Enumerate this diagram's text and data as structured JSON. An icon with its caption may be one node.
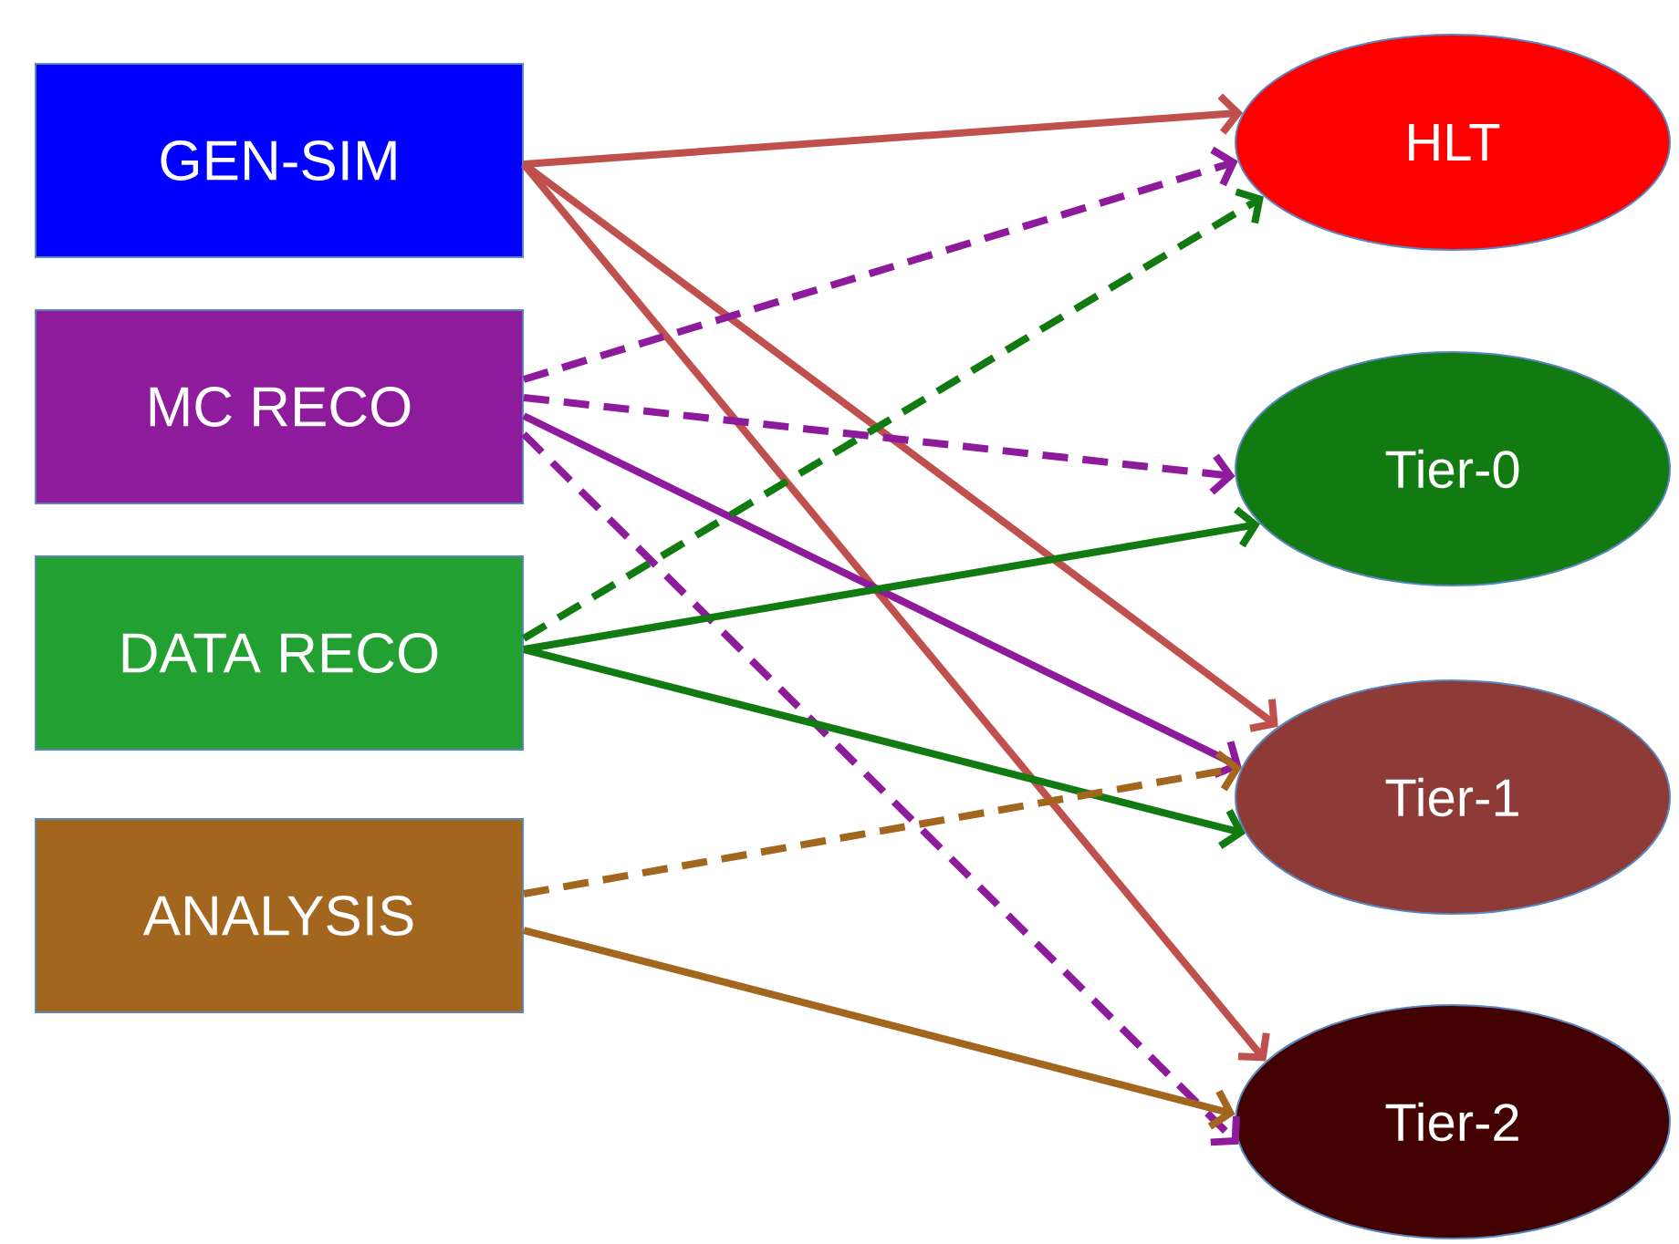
{
  "diagram": {
    "nodes": [
      {
        "text": [
          "GEN-SIM"
        ]
      },
      {
        "text": [
          "MC RECO"
        ]
      },
      {
        "text": [
          "DATA RECO"
        ]
      },
      {
        "text": [
          "ANALYSIS"
        ]
      },
      {
        "text": [
          "HLT"
        ]
      },
      {
        "text": [
          "Tier-0"
        ]
      },
      {
        "text": [
          "Tier-1"
        ]
      },
      {
        "text": [
          "Tier-2"
        ]
      }
    ],
    "edges": [
      {
        "from": 0,
        "to": 4,
        "arrow": "to",
        "color": "#c0504d"
      },
      {
        "from": 0,
        "to": 6,
        "arrow": "to",
        "color": "#c0504d"
      },
      {
        "from": 0,
        "to": 7,
        "arrow": "to",
        "color": "#c0504d"
      },
      {
        "from": 1,
        "to": 4,
        "arrow": "to",
        "style": "dashed",
        "color": "#8e1a9c"
      },
      {
        "from": 1,
        "to": 5,
        "arrow": "to",
        "style": "dashed",
        "color": "#8e1a9c"
      },
      {
        "from": 1,
        "to": 6,
        "arrow": "to",
        "color": "#8e1a9c"
      },
      {
        "from": 1,
        "to": 7,
        "arrow": "to",
        "style": "dashed",
        "color": "#8e1a9c"
      },
      {
        "from": 2,
        "to": 4,
        "arrow": "to",
        "style": "dashed",
        "color": "#117a11"
      },
      {
        "from": 2,
        "to": 5,
        "arrow": "to",
        "color": "#117a11"
      },
      {
        "from": 2,
        "to": 6,
        "arrow": "to",
        "color": "#117a11"
      },
      {
        "from": 3,
        "to": 6,
        "arrow": "to",
        "style": "dashed",
        "color": "#a2661f"
      },
      {
        "from": 3,
        "to": 7,
        "arrow": "to",
        "color": "#a2661f"
      }
    ]
  }
}
